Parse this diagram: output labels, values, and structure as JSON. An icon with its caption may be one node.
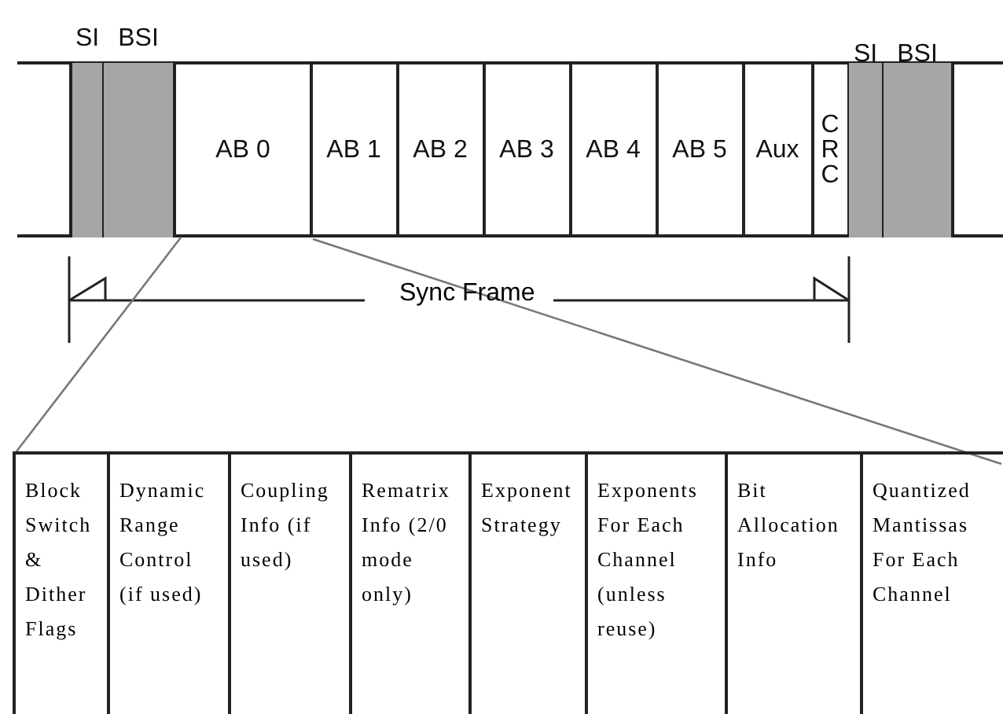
{
  "diagram": {
    "nodes": [
      {
        "text": [
          "SI"
        ]
      },
      {
        "text": [
          "BSI"
        ]
      },
      {
        "text": [
          "AB 0"
        ]
      },
      {
        "text": [
          "AB 1"
        ]
      },
      {
        "text": [
          "AB 2"
        ]
      },
      {
        "text": [
          "AB 3"
        ]
      },
      {
        "text": [
          "AB 4"
        ]
      },
      {
        "text": [
          "AB 5"
        ]
      },
      {
        "text": [
          "Aux"
        ]
      },
      {
        "text": [
          "CRC"
        ]
      },
      {
        "text": [
          "SI"
        ]
      },
      {
        "text": [
          "BSI"
        ]
      },
      {
        "text": [],
        "shape": "box"
      },
      {
        "text": [
          "Block Switch & Dither Flags"
        ],
        "in": 12
      },
      {
        "text": [
          "Dynamic Range Control (if used)"
        ],
        "in": 12
      },
      {
        "text": [
          "Coupling Info (if used)"
        ],
        "in": 12
      },
      {
        "text": [
          "Rematrix Info (2/0 mode only)"
        ],
        "in": 12
      },
      {
        "text": [
          "Exponent Strategy"
        ],
        "in": 12
      },
      {
        "text": [
          "Exponents For Each Channel (unless reuse)"
        ],
        "in": 12
      },
      {
        "text": [
          "Bit Allocation Info"
        ],
        "in": 12
      },
      {
        "text": [
          "Quantized Mantissas For Each Channel"
        ],
        "in": 12
      }
    ],
    "edges": [
      {
        "from": 2,
        "to": 12,
        "arrow": "none",
        "color": "#777777"
      },
      {
        "from": 2,
        "to": 12,
        "arrow": "none",
        "color": "#777777"
      }
    ],
    "labels": [
      "Sync Frame"
    ]
  }
}
